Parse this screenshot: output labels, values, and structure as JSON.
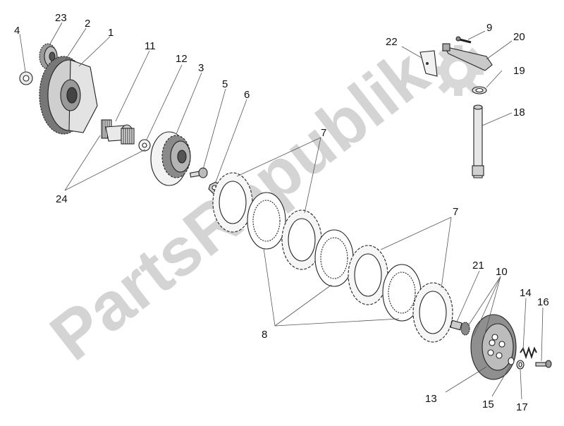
{
  "watermark": {
    "text": "PartsRepublik",
    "color": "#d4d4d4"
  },
  "colors": {
    "line": "#222222",
    "fill_light": "#f2f2f2",
    "fill_mid": "#cfcfcf",
    "fill_dark": "#8a8a8a",
    "logo_gear": "#d8d8d8"
  },
  "callouts": {
    "n1": "1",
    "n2": "2",
    "n3": "3",
    "n4": "4",
    "n5": "5",
    "n6": "6",
    "n7a": "7",
    "n7b": "7",
    "n8": "8",
    "n9": "9",
    "n10": "10",
    "n11": "11",
    "n12": "12",
    "n13": "13",
    "n14": "14",
    "n15": "15",
    "n16": "16",
    "n17": "17",
    "n18": "18",
    "n19": "19",
    "n20": "20",
    "n21": "21",
    "n22": "22",
    "n23": "23",
    "n24": "24"
  },
  "icons": {
    "logo": "gear-logo-icon"
  }
}
